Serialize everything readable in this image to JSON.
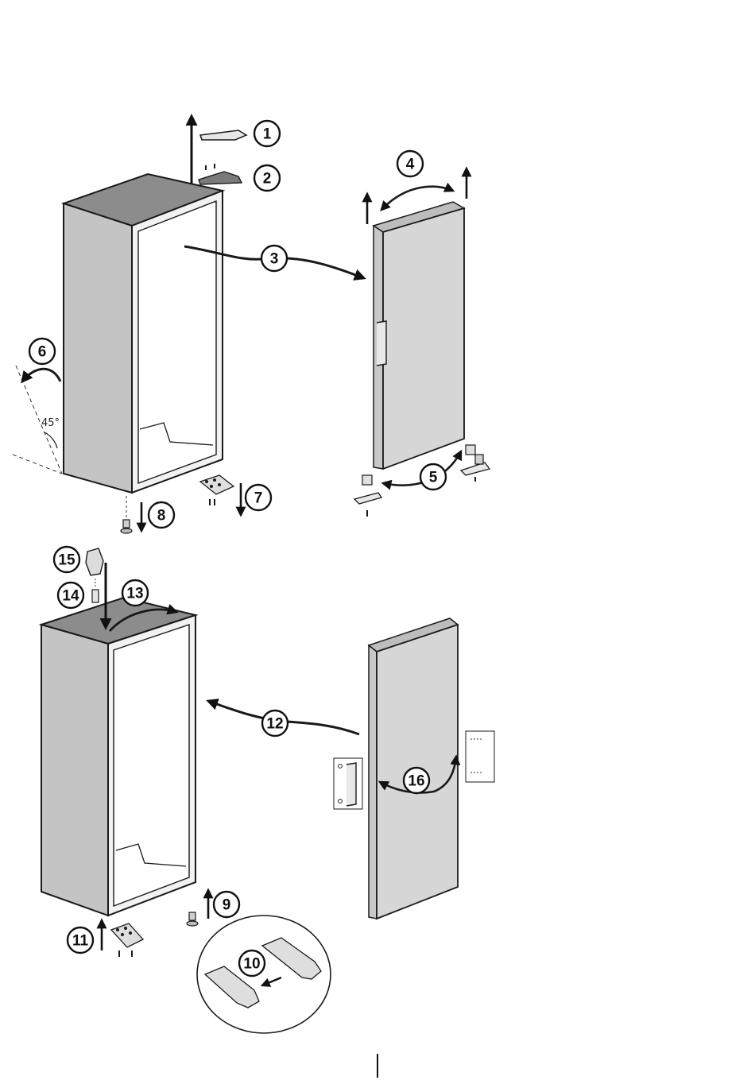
{
  "diagram": {
    "callouts": [
      "1",
      "2",
      "3",
      "4",
      "5",
      "6",
      "7",
      "8",
      "9",
      "10",
      "11",
      "12",
      "13",
      "14",
      "15",
      "16"
    ],
    "angle_label": "45°",
    "colors": {
      "cabinet_top": "#8c8c8c",
      "cabinet_side": "#c4c4c4",
      "cabinet_front": "#f4f4f4",
      "door": "#d6d6d6",
      "line": "#1a1a1a"
    }
  }
}
